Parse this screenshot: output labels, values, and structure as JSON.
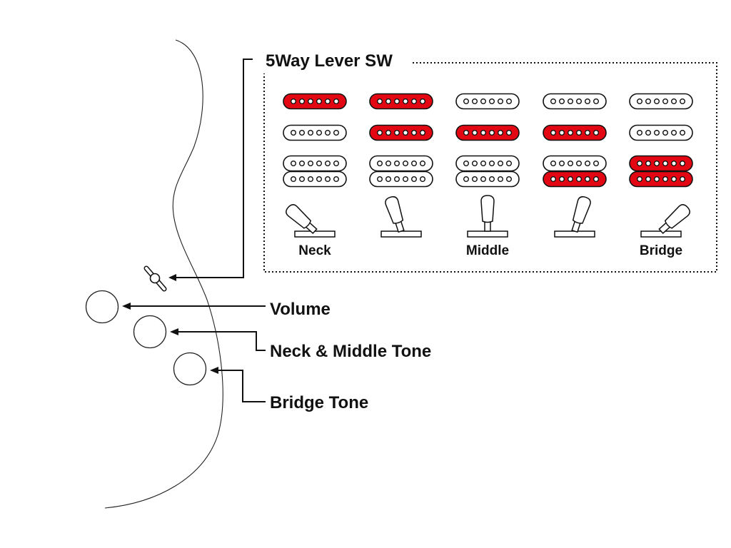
{
  "title": "5Way Lever SW",
  "colors": {
    "active": "#e30613",
    "inactive": "#ffffff",
    "stroke": "#111111"
  },
  "switch_positions": [
    {
      "label": "Neck",
      "lever_tilt": -2,
      "neck": true,
      "middle": false,
      "bridge_hum_top": false,
      "bridge_hum_bottom": false
    },
    {
      "label": "",
      "lever_tilt": -1,
      "neck": true,
      "middle": true,
      "bridge_hum_top": false,
      "bridge_hum_bottom": false
    },
    {
      "label": "Middle",
      "lever_tilt": 0,
      "neck": false,
      "middle": true,
      "bridge_hum_top": false,
      "bridge_hum_bottom": false
    },
    {
      "label": "",
      "lever_tilt": 1,
      "neck": false,
      "middle": true,
      "bridge_hum_top": false,
      "bridge_hum_bottom": true
    },
    {
      "label": "Bridge",
      "lever_tilt": 2,
      "neck": false,
      "middle": false,
      "bridge_hum_top": true,
      "bridge_hum_bottom": true
    }
  ],
  "controls": [
    {
      "id": "switch",
      "label": ""
    },
    {
      "id": "volume",
      "label": "Volume"
    },
    {
      "id": "neck-middle-tone",
      "label": "Neck & Middle Tone"
    },
    {
      "id": "bridge-tone",
      "label": "Bridge Tone"
    }
  ]
}
